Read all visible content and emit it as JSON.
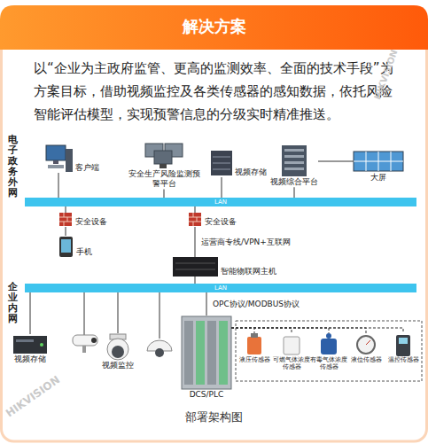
{
  "diagram": {
    "title": "解决方案",
    "caption": "部署架构图",
    "nodes": [
      {
        "text": [
          "客户端"
        ]
      },
      {
        "text": [
          "安全生产风险监测预警平台"
        ]
      },
      {
        "text": [
          "视频存储"
        ]
      },
      {
        "text": [
          "视频综合平台"
        ]
      },
      {
        "text": [
          "大屏"
        ]
      },
      {
        "text": [
          "LAN"
        ]
      },
      {
        "text": [
          "安全设备"
        ]
      },
      {
        "text": [
          "安全设备"
        ]
      },
      {
        "text": [
          "手机"
        ]
      },
      {
        "text": [
          "智能物联网主机"
        ]
      },
      {
        "text": [
          "LAN"
        ]
      },
      {
        "text": [
          "视频存储"
        ]
      },
      {
        "text": [
          "视频监控"
        ]
      },
      {
        "text": [
          "DCS/PLC"
        ]
      },
      {
        "text": [
          "液压传感器"
        ]
      },
      {
        "text": [
          "可燃气体浓度传感器"
        ]
      },
      {
        "text": [
          "有毒气体浓度传感器"
        ]
      },
      {
        "text": [
          "液位传感器"
        ]
      },
      {
        "text": [
          "温控传感器"
        ]
      }
    ],
    "edges": [
      {
        "from": 0,
        "to": 5,
        "arrow": "none"
      },
      {
        "from": 1,
        "to": 5,
        "arrow": "none"
      },
      {
        "from": 2,
        "to": 5,
        "arrow": "none"
      },
      {
        "from": 3,
        "to": 5,
        "arrow": "none"
      },
      {
        "from": 4,
        "to": 3,
        "arrow": "none"
      },
      {
        "from": 5,
        "to": 6,
        "arrow": "none"
      },
      {
        "from": 6,
        "to": 8,
        "arrow": "none"
      },
      {
        "from": 5,
        "to": 7,
        "arrow": "none"
      },
      {
        "from": 7,
        "to": 9,
        "label": "运营商专线/VPN+互联网",
        "arrow": "none"
      },
      {
        "from": 9,
        "to": 10,
        "arrow": "none"
      },
      {
        "from": 10,
        "to": 11,
        "arrow": "none"
      },
      {
        "from": 10,
        "to": 12,
        "arrow": "none"
      },
      {
        "from": 10,
        "to": 13,
        "label": "OPC协议/MODBUS协议",
        "arrow": "none"
      },
      {
        "from": 13,
        "to": 14,
        "arrow": "none"
      },
      {
        "from": 13,
        "to": 15,
        "arrow": "none"
      },
      {
        "from": 13,
        "to": 16,
        "arrow": "none"
      },
      {
        "from": 13,
        "to": 17,
        "arrow": "none"
      },
      {
        "from": 13,
        "to": 18,
        "arrow": "none"
      }
    ],
    "labels": [
      "以“企业为主政府监管、更高的监测效率、全面的技术手段”为方案目标，借助视频监控及各类传感器的感知数据，依托风险智能评估模型，实现预警信息的分级实时精准推送。",
      "电子政务外网",
      "企业内网",
      "HIKVISION",
      "HIKVISION"
    ]
  }
}
